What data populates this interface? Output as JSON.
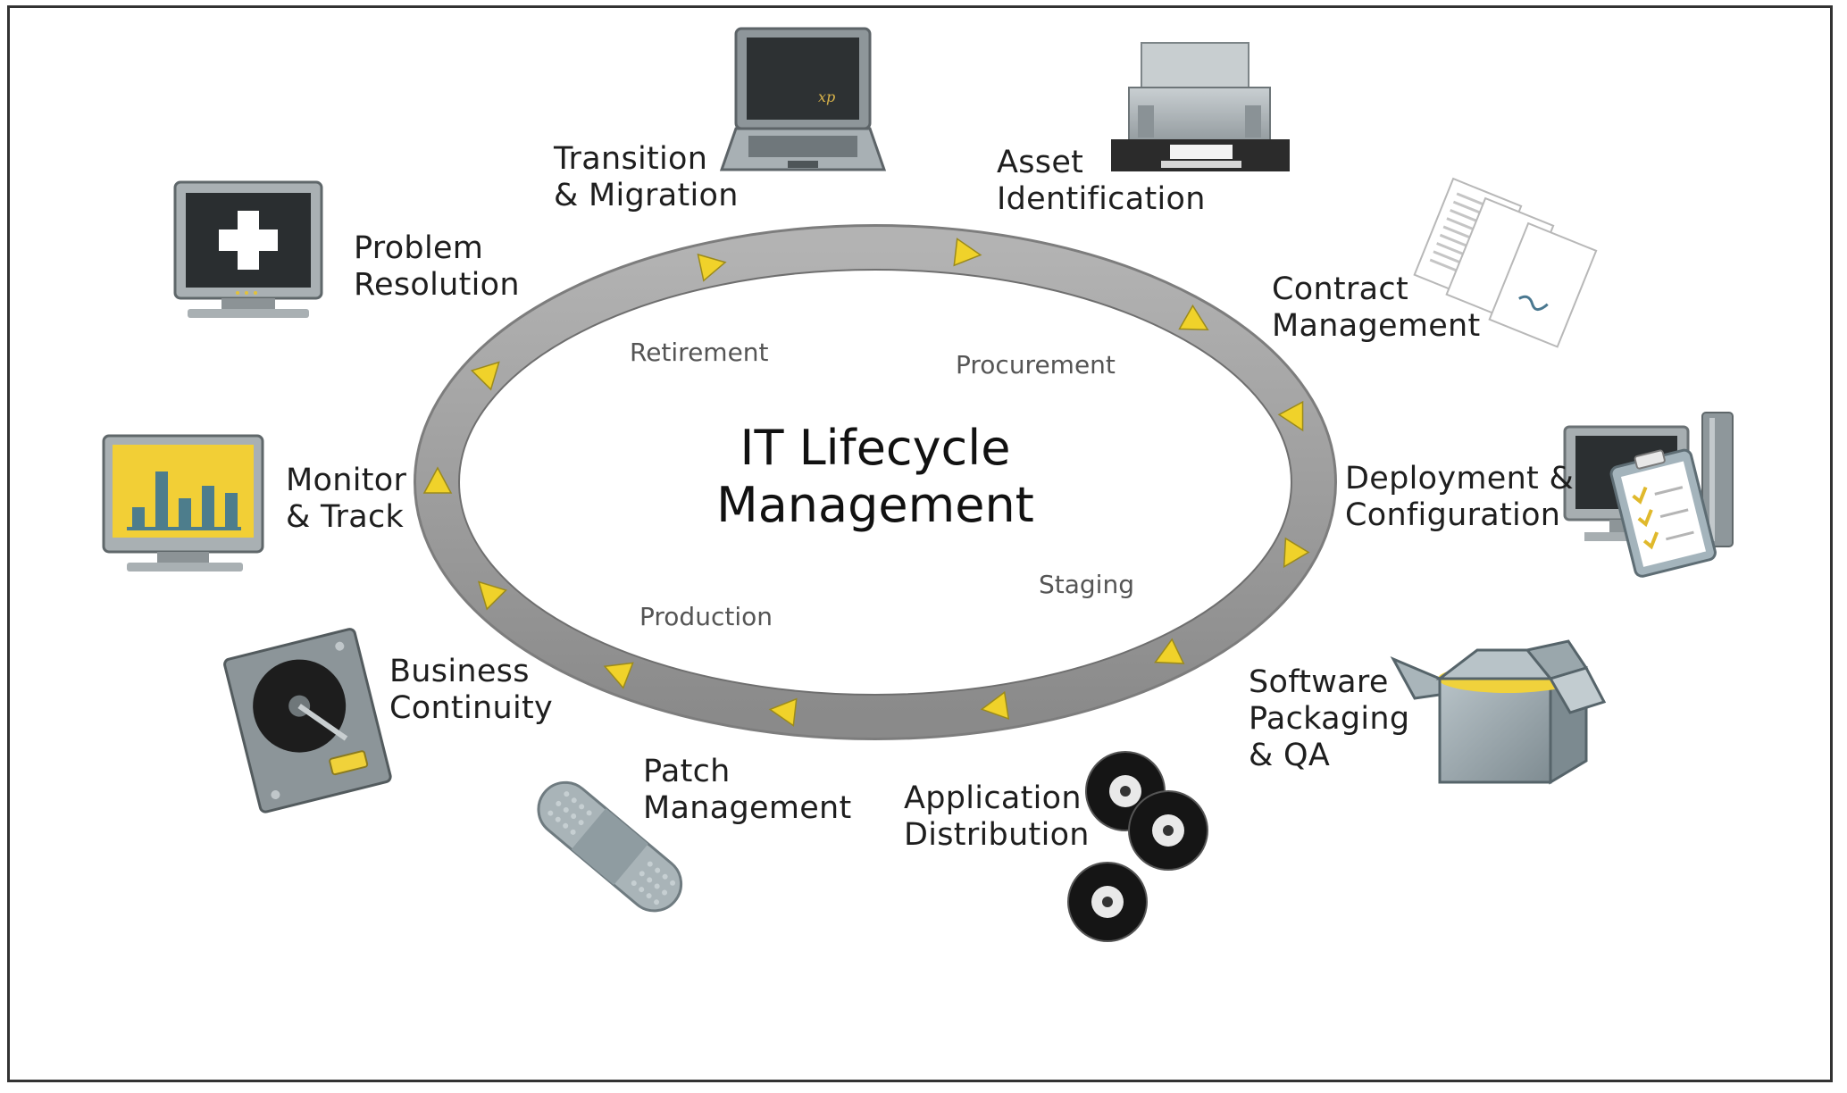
{
  "center": {
    "line1": "IT Lifecycle",
    "line2": "Management"
  },
  "phases": {
    "retirement": "Retirement",
    "procurement": "Procurement",
    "staging": "Staging",
    "production": "Production"
  },
  "steps": {
    "transition": {
      "line1": "Transition",
      "line2": "& Migration",
      "icon": "laptop-icon"
    },
    "asset": {
      "line1": "Asset",
      "line2": "Identification",
      "icon": "printer-icon"
    },
    "contract": {
      "line1": "Contract",
      "line2": "Management",
      "icon": "documents-icon"
    },
    "deployment": {
      "line1": "Deployment &",
      "line2": "Configuration",
      "icon": "desktop-clipboard-icon"
    },
    "software": {
      "line1": "Software",
      "line2": "Packaging",
      "line3": "& QA",
      "icon": "open-box-icon"
    },
    "application": {
      "line1": "Application",
      "line2": "Distribution",
      "icon": "discs-icon"
    },
    "patch": {
      "line1": "Patch",
      "line2": "Management",
      "icon": "bandage-icon"
    },
    "business": {
      "line1": "Business",
      "line2": "Continuity",
      "icon": "hard-drive-icon"
    },
    "monitor": {
      "line1": "Monitor",
      "line2": "& Track",
      "icon": "chart-monitor-icon"
    },
    "problem": {
      "line1": "Problem",
      "line2": "Resolution",
      "icon": "medical-monitor-icon"
    }
  },
  "colors": {
    "ring": "#9a9a9a",
    "arrow": "#f0d22a",
    "accent_yellow": "#f2d23a",
    "screen": "#2a2a2a"
  }
}
